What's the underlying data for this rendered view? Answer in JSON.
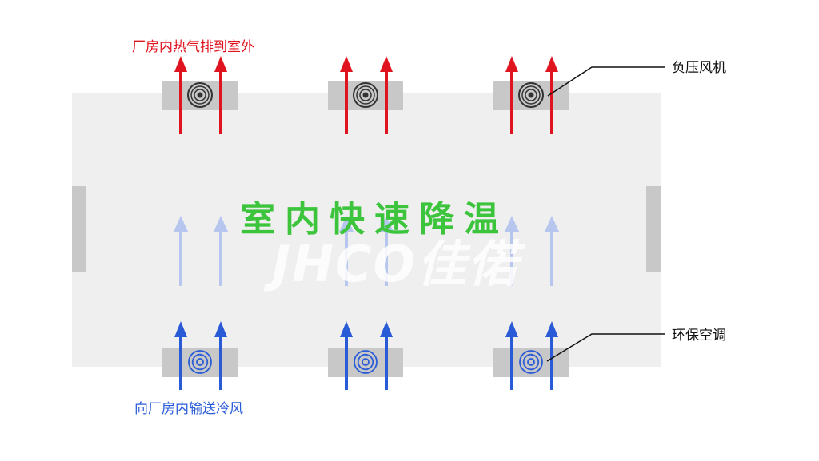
{
  "labels": {
    "exhaust": "厂房内热气排到室外",
    "intake": "向厂房内输送冷风",
    "fan": "负压风机",
    "ac": "环保空调",
    "center": "室内快速降温"
  },
  "watermark": "JHCO佳偌",
  "colors": {
    "exhaust": "#e0141e",
    "intake": "#2a5bd7",
    "center_text": "#3cc43c",
    "room": "#efefef",
    "unit": "#c8c8c8"
  },
  "icons": {
    "fan": "negative-pressure-fan-icon",
    "ac": "air-conditioner-swirl-icon"
  }
}
